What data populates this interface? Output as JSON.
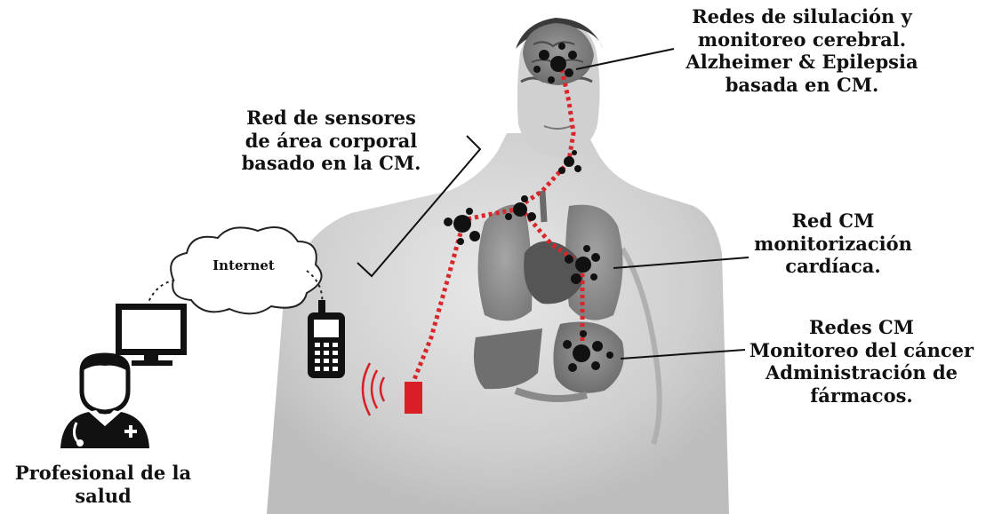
{
  "labels": {
    "brain": [
      "Redes de silulación y",
      "monitoreo cerebral.",
      "Alzheimer & Epilepsia",
      "basada en CM."
    ],
    "body_sensor": [
      "Red de sensores",
      "de área corporal",
      "basado en la CM."
    ],
    "internet": "Internet",
    "cardiac": [
      "Red CM",
      "monitorización",
      "cardíaca."
    ],
    "cancer": [
      "Redes CM",
      "Monitoreo del cáncer",
      "Administración de",
      "fármacos."
    ],
    "professional": [
      "Profesional de la",
      "salud"
    ]
  },
  "icons": [
    "human-body-image",
    "brain-image",
    "lungs-image",
    "heart-image",
    "stomach-image",
    "cloud-icon",
    "monitor-icon",
    "mobile-phone-icon",
    "doctor-icon",
    "wireless-signal-icon",
    "sensor-gateway-icon"
  ],
  "colors": {
    "link": "#d8262b",
    "node": "#111111",
    "gateway": "#d81f26",
    "text": "#111111",
    "body": "#d9d9d9",
    "skin_shadow": "#b8b8b8"
  }
}
